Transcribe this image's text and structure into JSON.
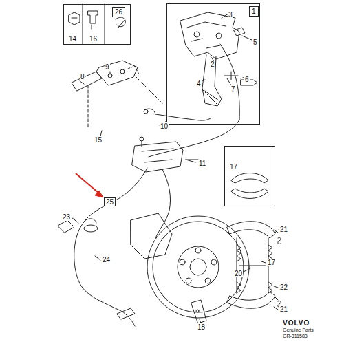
{
  "diagram": {
    "nodes": [
      {
        "text": [
          "14",
          "16",
          "26"
        ]
      },
      {
        "text": [
          "3",
          "5",
          "2",
          "6",
          "7",
          "4"
        ]
      },
      {
        "text": [
          "1"
        ],
        "in": 1
      },
      {
        "text": [
          "17"
        ]
      },
      {
        "text": [
          "25"
        ]
      }
    ],
    "labels": [
      "8",
      "9",
      "10",
      "15",
      "11",
      "23",
      "24",
      "17",
      "20",
      "21",
      "21",
      "22",
      "18",
      "VOLVO",
      "Genuine Parts",
      "GR-311583"
    ]
  }
}
